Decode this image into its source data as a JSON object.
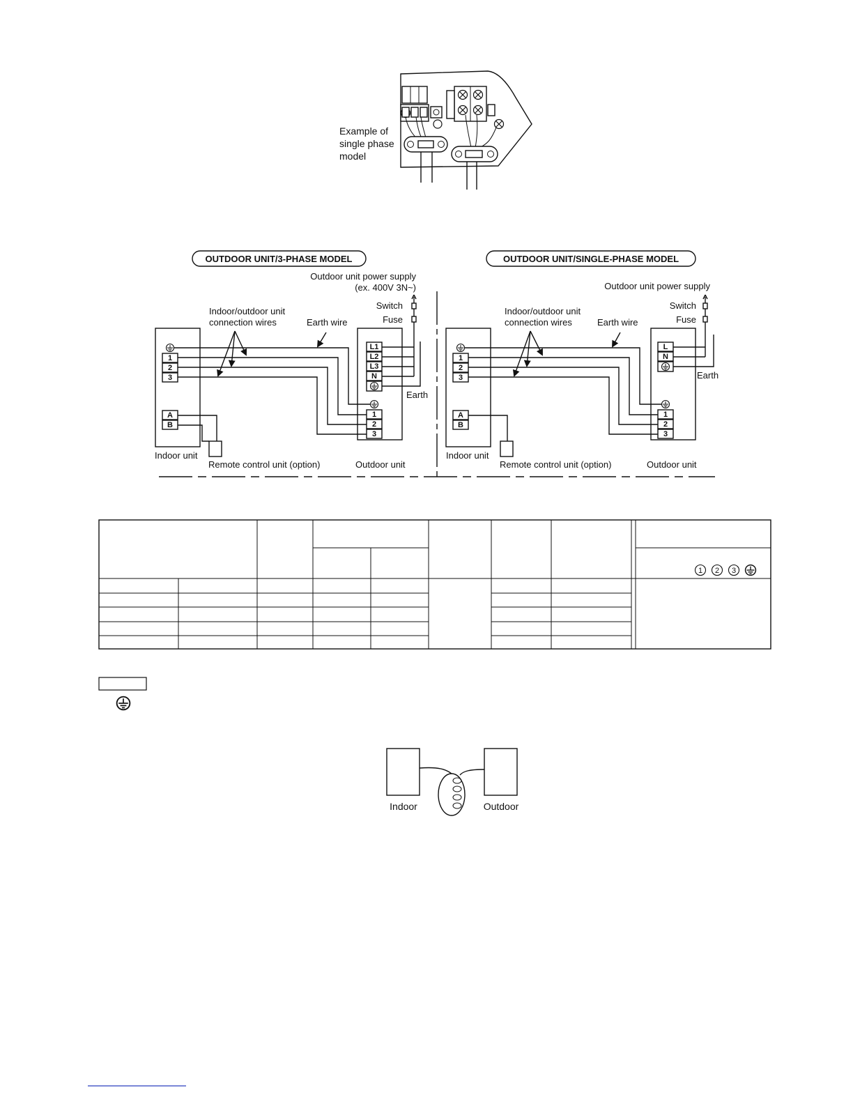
{
  "terminal_example": {
    "caption_lines": [
      "Example of",
      "single phase",
      "model"
    ]
  },
  "three_phase": {
    "title": "OUTDOOR UNIT/3-PHASE MODEL",
    "power_supply": "Outdoor unit power supply",
    "power_spec": "(ex. 400V 3N~)",
    "switch": "Switch",
    "fuse": "Fuse",
    "connection_wires": [
      "Indoor/outdoor unit",
      "connection wires"
    ],
    "earth_wire": "Earth wire",
    "earth": "Earth",
    "indoor_unit": "Indoor unit",
    "remote": "Remote control unit (option)",
    "outdoor_unit": "Outdoor unit",
    "supply_terminals": [
      "L1",
      "L2",
      "L3",
      "N"
    ],
    "signal_terminals": [
      "1",
      "2",
      "3"
    ],
    "remote_terminals": [
      "A",
      "B"
    ]
  },
  "single_phase": {
    "title": "OUTDOOR UNIT/SINGLE-PHASE MODEL",
    "power_supply": "Outdoor unit power supply",
    "switch": "Switch",
    "fuse": "Fuse",
    "connection_wires": [
      "Indoor/outdoor unit",
      "connection wires"
    ],
    "earth_wire": "Earth wire",
    "earth": "Earth",
    "indoor_unit": "Indoor unit",
    "remote": "Remote control unit (option)",
    "outdoor_unit": "Outdoor unit",
    "supply_terminals": [
      "L",
      "N"
    ],
    "signal_terminals": [
      "1",
      "2",
      "3"
    ],
    "remote_terminals": [
      "A",
      "B"
    ]
  },
  "table": {
    "circled_terminals": [
      "1",
      "2",
      "3"
    ]
  },
  "coil_diagram": {
    "indoor": "Indoor",
    "outdoor": "Outdoor"
  }
}
